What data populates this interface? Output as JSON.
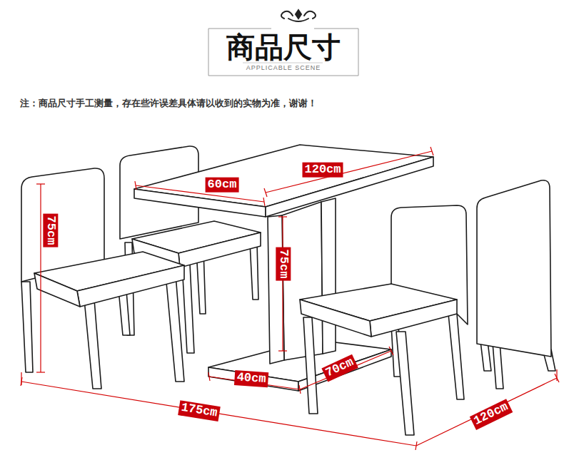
{
  "diagram": {
    "title": "商品尺寸",
    "labels": [
      "APPLICABLE SCENE",
      "注：商品尺寸手工测量，存在些许误差具体请以收到的实物为准，谢谢！",
      "60cm",
      "120cm",
      "75cm",
      "75cm",
      "40cm",
      "70cm",
      "175cm",
      "120cm"
    ]
  }
}
